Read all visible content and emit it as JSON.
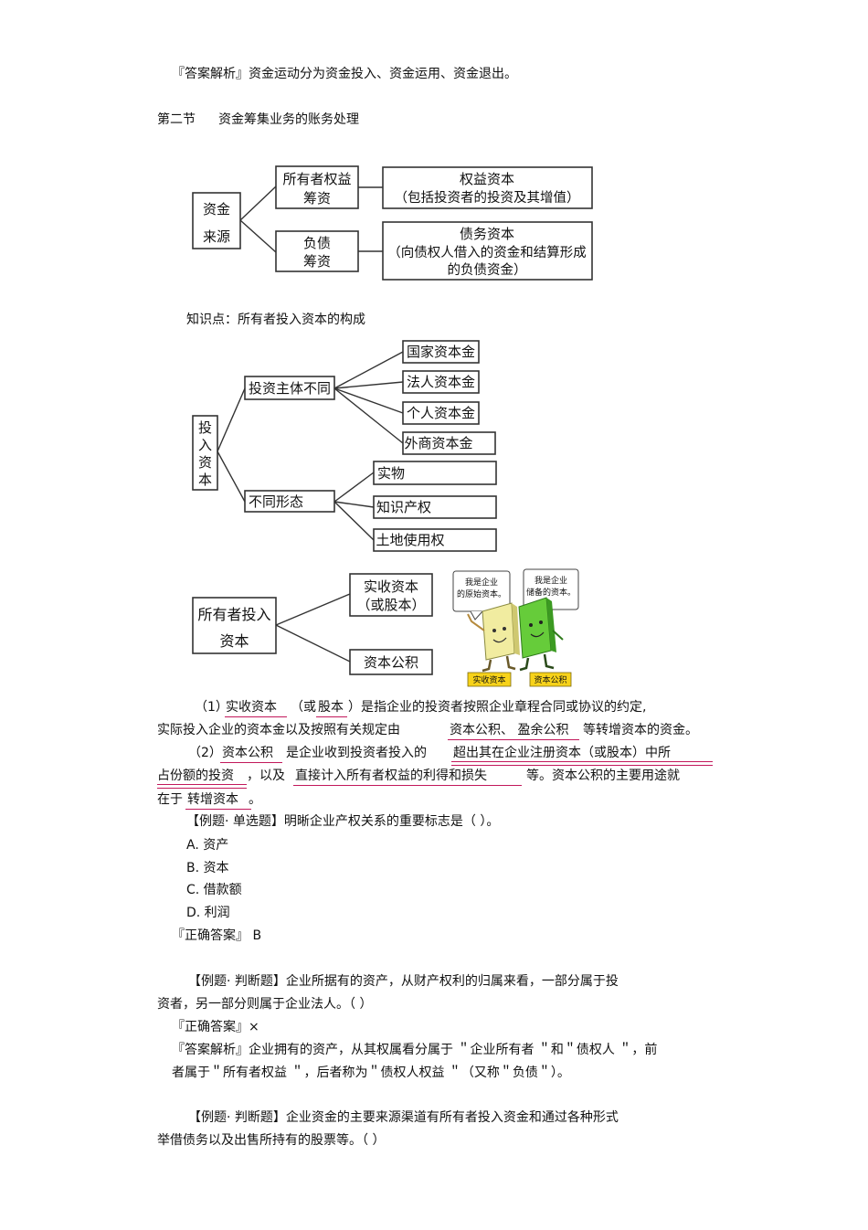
{
  "lines": {
    "l1": "『答案解析』资金运动分为资金投入、资金运用、资金退出。",
    "section_no": "第二节",
    "section_title": "资金筹集业务的账务处理",
    "kp": "知识点：所有者投入资本的构成",
    "p1a_pre": "（1）",
    "p1a_u1": "实收资本",
    "p1a_mid": "（或",
    "p1a_u2": "股本",
    "p1a_post": "）是指企业的投资者按照企业章程合同或协议的约定,",
    "p1b_pre": "实际投入企业的资本金以及按照有关规定由",
    "p1b_u": "资本公积、  盈余公积",
    "p1b_post": "等转增资本的资金。",
    "p2a_pre": "（2）",
    "p2a_u1": "资本公积",
    "p2a_mid": "是企业收到投资者投入的",
    "p2a_u2": "超出其在企业注册资本（或股本）中所",
    "p2b_u1": "占份额的投资",
    "p2b_mid": "，以及",
    "p2b_u2": "直接计入所有者权益的利得和损失",
    "p2b_post": "等。资本公积的主要用途就",
    "p2c_pre": "在于",
    "p2c_u": "转增资本",
    "p2c_post": "。",
    "ex1_q": "【例题· 单选题】明晰企业产权关系的重要标志是（              ）。",
    "opt_a": "A. 资产",
    "opt_b": "B. 资本",
    "opt_c": "C. 借款额",
    "opt_d": "D. 利润",
    "ex1_ans": "『正确答案』   B",
    "ex2_q1": "【例题· 判断题】企业所据有的资产，从财产权利的归属来看，一部分属于投",
    "ex2_q2": "资者，另一部分则属于企业法人。（            ）",
    "ex2_ans": "『正确答案』×",
    "ex2_exp1": "『答案解析』企业拥有的资产，从其权属看分属于           ＂企业所有者 ＂和＂债权人 ＂，前",
    "ex2_exp2": "者属于＂所有者权益 ＂，后者称为＂债权人权益 ＂（又称＂负债＂）。",
    "ex3_q1": "【例题· 判断题】企业资金的主要来源渠道有所有者投入资金和通过各种形式",
    "ex3_q2": "举借债务以及出售所持有的股票等。（            ）"
  },
  "diagram1": {
    "root": [
      "资金",
      "来源"
    ],
    "owner": [
      "所有者权益",
      "筹资"
    ],
    "equity": [
      "权益资本",
      "（包括投资者的投资及其增值）"
    ],
    "liab": [
      "负债",
      "筹资"
    ],
    "debt": [
      "债务资本",
      "（向债权人借入的资金和结算形成",
      "的负债资金）"
    ]
  },
  "diagram2": {
    "root_chars": [
      "投",
      "入",
      "资",
      "本"
    ],
    "by_investor": "投资主体不同",
    "investor_items": [
      "国家资本金",
      "法人资本金",
      "个人资本金",
      "外商资本金"
    ],
    "by_form": "不同形态",
    "form_items": [
      "实物",
      "知识产权",
      "土地使用权"
    ]
  },
  "diagram3": {
    "root": [
      "所有者投入",
      "资本"
    ],
    "paid_in": [
      "实收资本",
      "（或股本）"
    ],
    "reserve": "资本公积",
    "bubble_left": [
      "我是企业",
      "的原始资本。"
    ],
    "bubble_right": [
      "我是企业",
      "储备的资本。"
    ],
    "tag_left": "实收资本",
    "tag_right": "资本公积"
  }
}
